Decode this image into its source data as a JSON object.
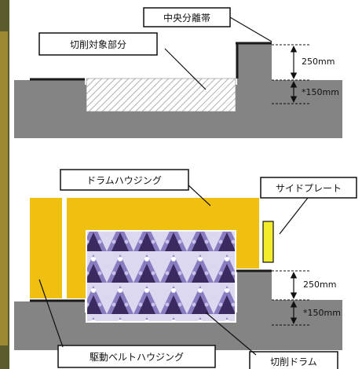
{
  "top": {
    "label_median": "中央分離帯",
    "label_target": "切削対象部分",
    "dim_upper": "250mm",
    "dim_lower": "*150mm"
  },
  "bottom": {
    "label_housing": "ドラムハウジング",
    "label_side_plate": "サイドプレート",
    "label_belt_housing": "駆動ベルトハウジング",
    "label_drum": "切削ドラム",
    "dim_upper": "250mm",
    "dim_lower": "*150mm"
  },
  "colors": {
    "road": "#848484",
    "housing": "#f0c010",
    "side_plate": "#f2ec2a",
    "drum_bg": "#dcd8f0",
    "drum_dark": "#3a2a60",
    "hatch": "#b0b0b0",
    "wall": "#1a1a1a"
  }
}
